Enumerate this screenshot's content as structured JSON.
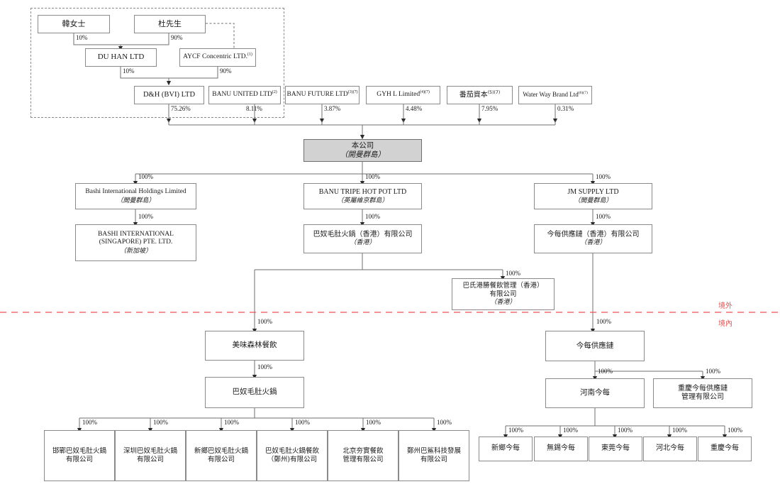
{
  "diagram": {
    "title": "Corporate shareholding structure chart",
    "zone_labels": {
      "offshore": "境外",
      "onshore": "境內"
    },
    "accent_zone_color": "#e8504f",
    "main_company_fill": "#d2d2d2"
  },
  "nodes": {
    "han": {
      "line1": "韓女士"
    },
    "du": {
      "line1": "杜先生"
    },
    "duhan": {
      "line1": "DU HAN LTD"
    },
    "aycf": {
      "line1": "AYCF Concentric LTD.",
      "sup": "(1)"
    },
    "dh_bvi": {
      "line1": "D&H (BVI) LTD"
    },
    "banu_united": {
      "line1": "BANU UNITED LTD",
      "sup": "(2)"
    },
    "banu_future": {
      "line1": "BANU FUTURE LTD",
      "sup": "(3)(7)"
    },
    "gyh": {
      "line1": "GYH L Limited",
      "sup": "(4)(7)"
    },
    "fanqie": {
      "line1": "番茄資本",
      "sup": "(5)(7)"
    },
    "waterway": {
      "line1": "Water Way Brand Ltd",
      "sup": "(6)(7)"
    },
    "company": {
      "line1": "本公司",
      "line2": "（開曼群島）"
    },
    "bashi_holdings": {
      "line1": "Bashi International Holdings Limited",
      "line2": "（開曼群島）"
    },
    "banu_tripe": {
      "line1": "BANU TRIPE HOT POT LTD",
      "line2": "（英屬維京群島）"
    },
    "jm_supply": {
      "line1": "JM SUPPLY LTD",
      "line2": "（開曼群島）"
    },
    "bashi_sg": {
      "line1": "BASHI INTERNATIONAL",
      "line2": "(SINGAPORE) PTE. LTD.",
      "line3": "（新加坡）"
    },
    "banu_hk": {
      "line1": "巴奴毛肚火鍋（香港）有限公司",
      "line2": "（香港）"
    },
    "jinmei_hk": {
      "line1": "今每供應鏈（香港）有限公司",
      "line2": "（香港）"
    },
    "bashi_gangsheng": {
      "line1": "巴氏港勝餐飲管理（香港）",
      "line2": "有限公司",
      "line3": "（香港）"
    },
    "meiwei": {
      "line1": "美味森林餐飲"
    },
    "banu_maodu": {
      "line1": "巴奴毛肚火鍋"
    },
    "jinmei_sc": {
      "line1": "今每供應鏈"
    },
    "henan_jinmei": {
      "line1": "河南今每"
    },
    "chongqing_jinmei_mgmt": {
      "line1": "重慶今每供應鏈",
      "line2": "管理有限公司"
    },
    "handan": {
      "line1": "邯鄲巴奴毛肚火鍋",
      "line2": "有限公司"
    },
    "shenzhen": {
      "line1": "深圳巴奴毛肚火鍋",
      "line2": "有限公司"
    },
    "xinxiang": {
      "line1": "新鄉巴奴毛肚火鍋",
      "line2": "有限公司"
    },
    "zhengzhou_canyin": {
      "line1": "巴奴毛肚火鍋餐飲",
      "line2": "（鄭州)有限公司"
    },
    "beijing": {
      "line1": "北京夯實餐飲",
      "line2": "管理有限公司"
    },
    "zhengzhou_tech": {
      "line1": "鄭州巴鯊科技發展",
      "line2": "有限公司"
    },
    "xinxiang_jm": {
      "line1": "新鄉今每"
    },
    "wuxi_jm": {
      "line1": "無錫今每"
    },
    "dongguan_jm": {
      "line1": "東莞今每"
    },
    "hebei_jm": {
      "line1": "河北今每"
    },
    "chongqing_jm": {
      "line1": "重慶今每"
    }
  },
  "percentages": {
    "han_to_duhan": "10%",
    "du_to_duhan": "90%",
    "duhan_to_dh": "10%",
    "aycf_to_dh": "90%",
    "dh_to_company": "75.26%",
    "banu_united_to_company": "8.11%",
    "banu_future_to_company": "3.87%",
    "gyh_to_company": "4.48%",
    "fanqie_to_company": "7.95%",
    "waterway_to_company": "0.31%",
    "company_to_bashi": "100%",
    "company_to_tripe": "100%",
    "company_to_jm": "100%",
    "bashi_to_sg": "100%",
    "tripe_to_banuhk": "100%",
    "jm_to_jmhk": "100%",
    "banuhk_to_gangsheng": "100%",
    "banuhk_to_meiwei": "100%",
    "jmhk_to_jmsc": "100%",
    "meiwei_to_banumaodu": "100%",
    "maodu_to_handan": "100%",
    "maodu_to_shenzhen": "100%",
    "maodu_to_xinxiang": "100%",
    "maodu_to_zhengzhou_canyin": "100%",
    "maodu_to_beijing": "100%",
    "maodu_to_zhengzhou_tech": "100%",
    "jmsc_to_henan": "100%",
    "jmsc_to_chongqing_mgmt": "100%",
    "henan_to_xinxiang": "100%",
    "henan_to_wuxi": "100%",
    "henan_to_dongguan": "100%",
    "henan_to_hebei": "100%",
    "henan_to_chongqing": "100%"
  }
}
